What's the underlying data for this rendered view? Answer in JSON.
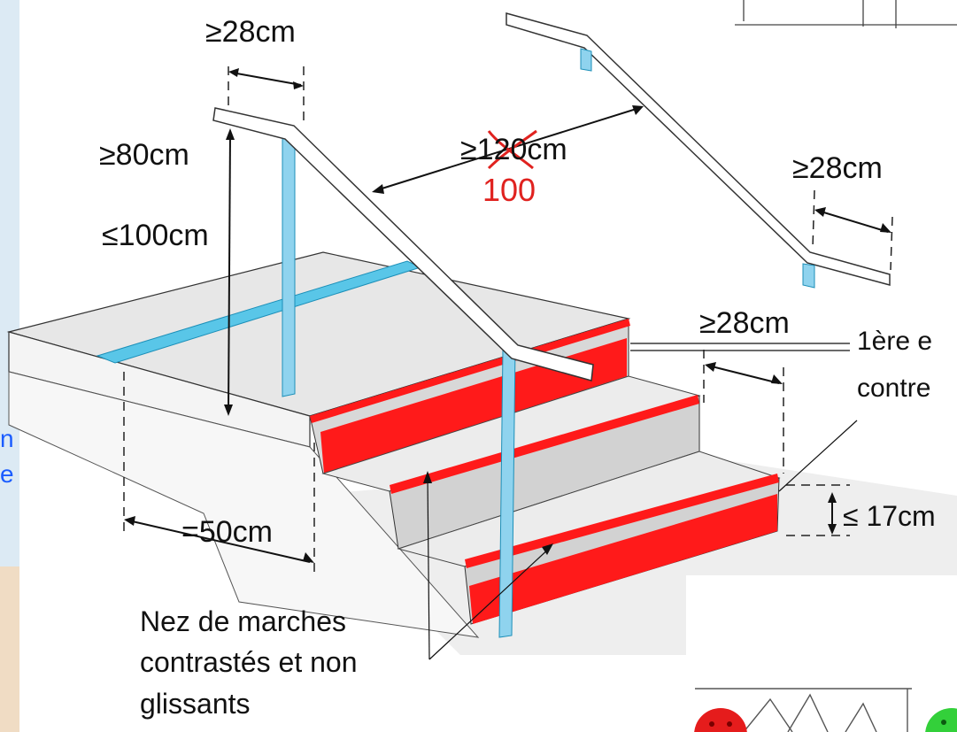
{
  "labels": {
    "post_width": "≥28cm",
    "rail_height_min": "≥80cm",
    "rail_height_max": "≤100cm",
    "width_old": "≥120cm",
    "width_ge_prefix": "≥",
    "width_unit_suffix": "cm",
    "width_new": "100",
    "rail_extension": "≥28cm",
    "tread_depth": "≥28cm",
    "first_step_line1": "1ère e",
    "first_step_line2": "contre",
    "riser_height": "≤ 17cm",
    "top_distance": "=50cm",
    "left_fragment_1": "n",
    "left_fragment_2": "e",
    "nosing_line1": "Nez de marches",
    "nosing_line2": "contrastés et non",
    "nosing_line3": "glissants"
  },
  "colors": {
    "contrast_red": "#ff1a1a",
    "rail_blue": "#8fd3ee",
    "annotation_red": "#e0221f",
    "fragment_blue": "#1a5cff"
  }
}
